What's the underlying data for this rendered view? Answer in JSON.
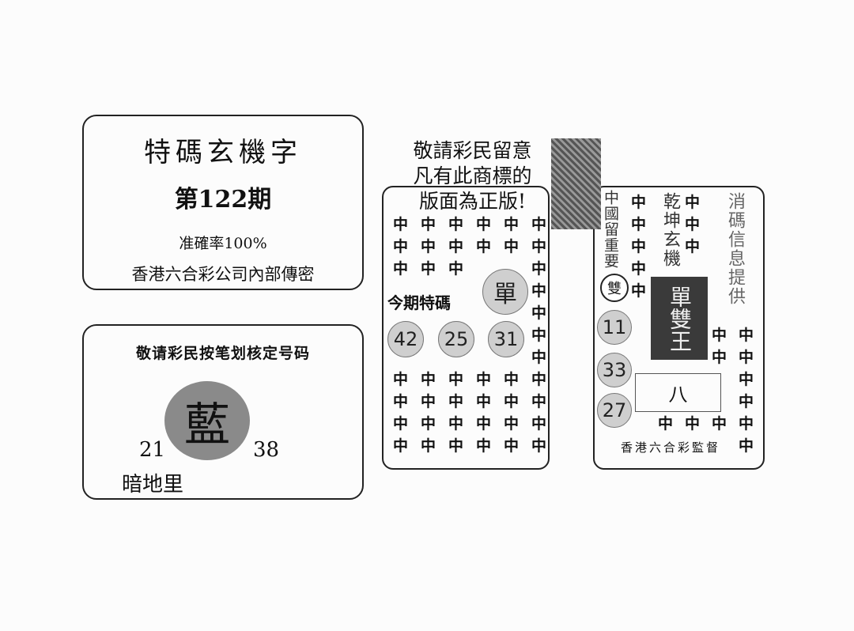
{
  "card1": {
    "title": "特碼玄機字",
    "issue": "第122期",
    "accuracy": "准確率100%",
    "source": "香港六合彩公司內部傳密"
  },
  "card2": {
    "heading": "敬请彩民按笔划核定号码",
    "seal_char": "藍",
    "numbers": [
      "21",
      "38"
    ],
    "hint": "暗地里"
  },
  "notice": {
    "lines": [
      "敬請彩民留意",
      "凡有此商標的",
      "版面為正版!"
    ]
  },
  "left_panel": {
    "grid_char": "中",
    "label": "今期特碼",
    "parity": "單",
    "numbers": [
      "42",
      "25",
      "31"
    ]
  },
  "right_panel": {
    "grid_char": "中",
    "col1": "中國留重要",
    "col2": "乾坤玄機",
    "col3": "消碼信息提供",
    "parity": "雙",
    "numbers": [
      "11",
      "33",
      "27"
    ],
    "dark_box": "單雙王",
    "boxed_char": "八",
    "footer": "香港六合彩監督"
  },
  "colors": {
    "ink": "#111111",
    "ball": "#cfcfcf",
    "seal": "#8a8a8a",
    "dark_box": "#3a3a3a"
  }
}
